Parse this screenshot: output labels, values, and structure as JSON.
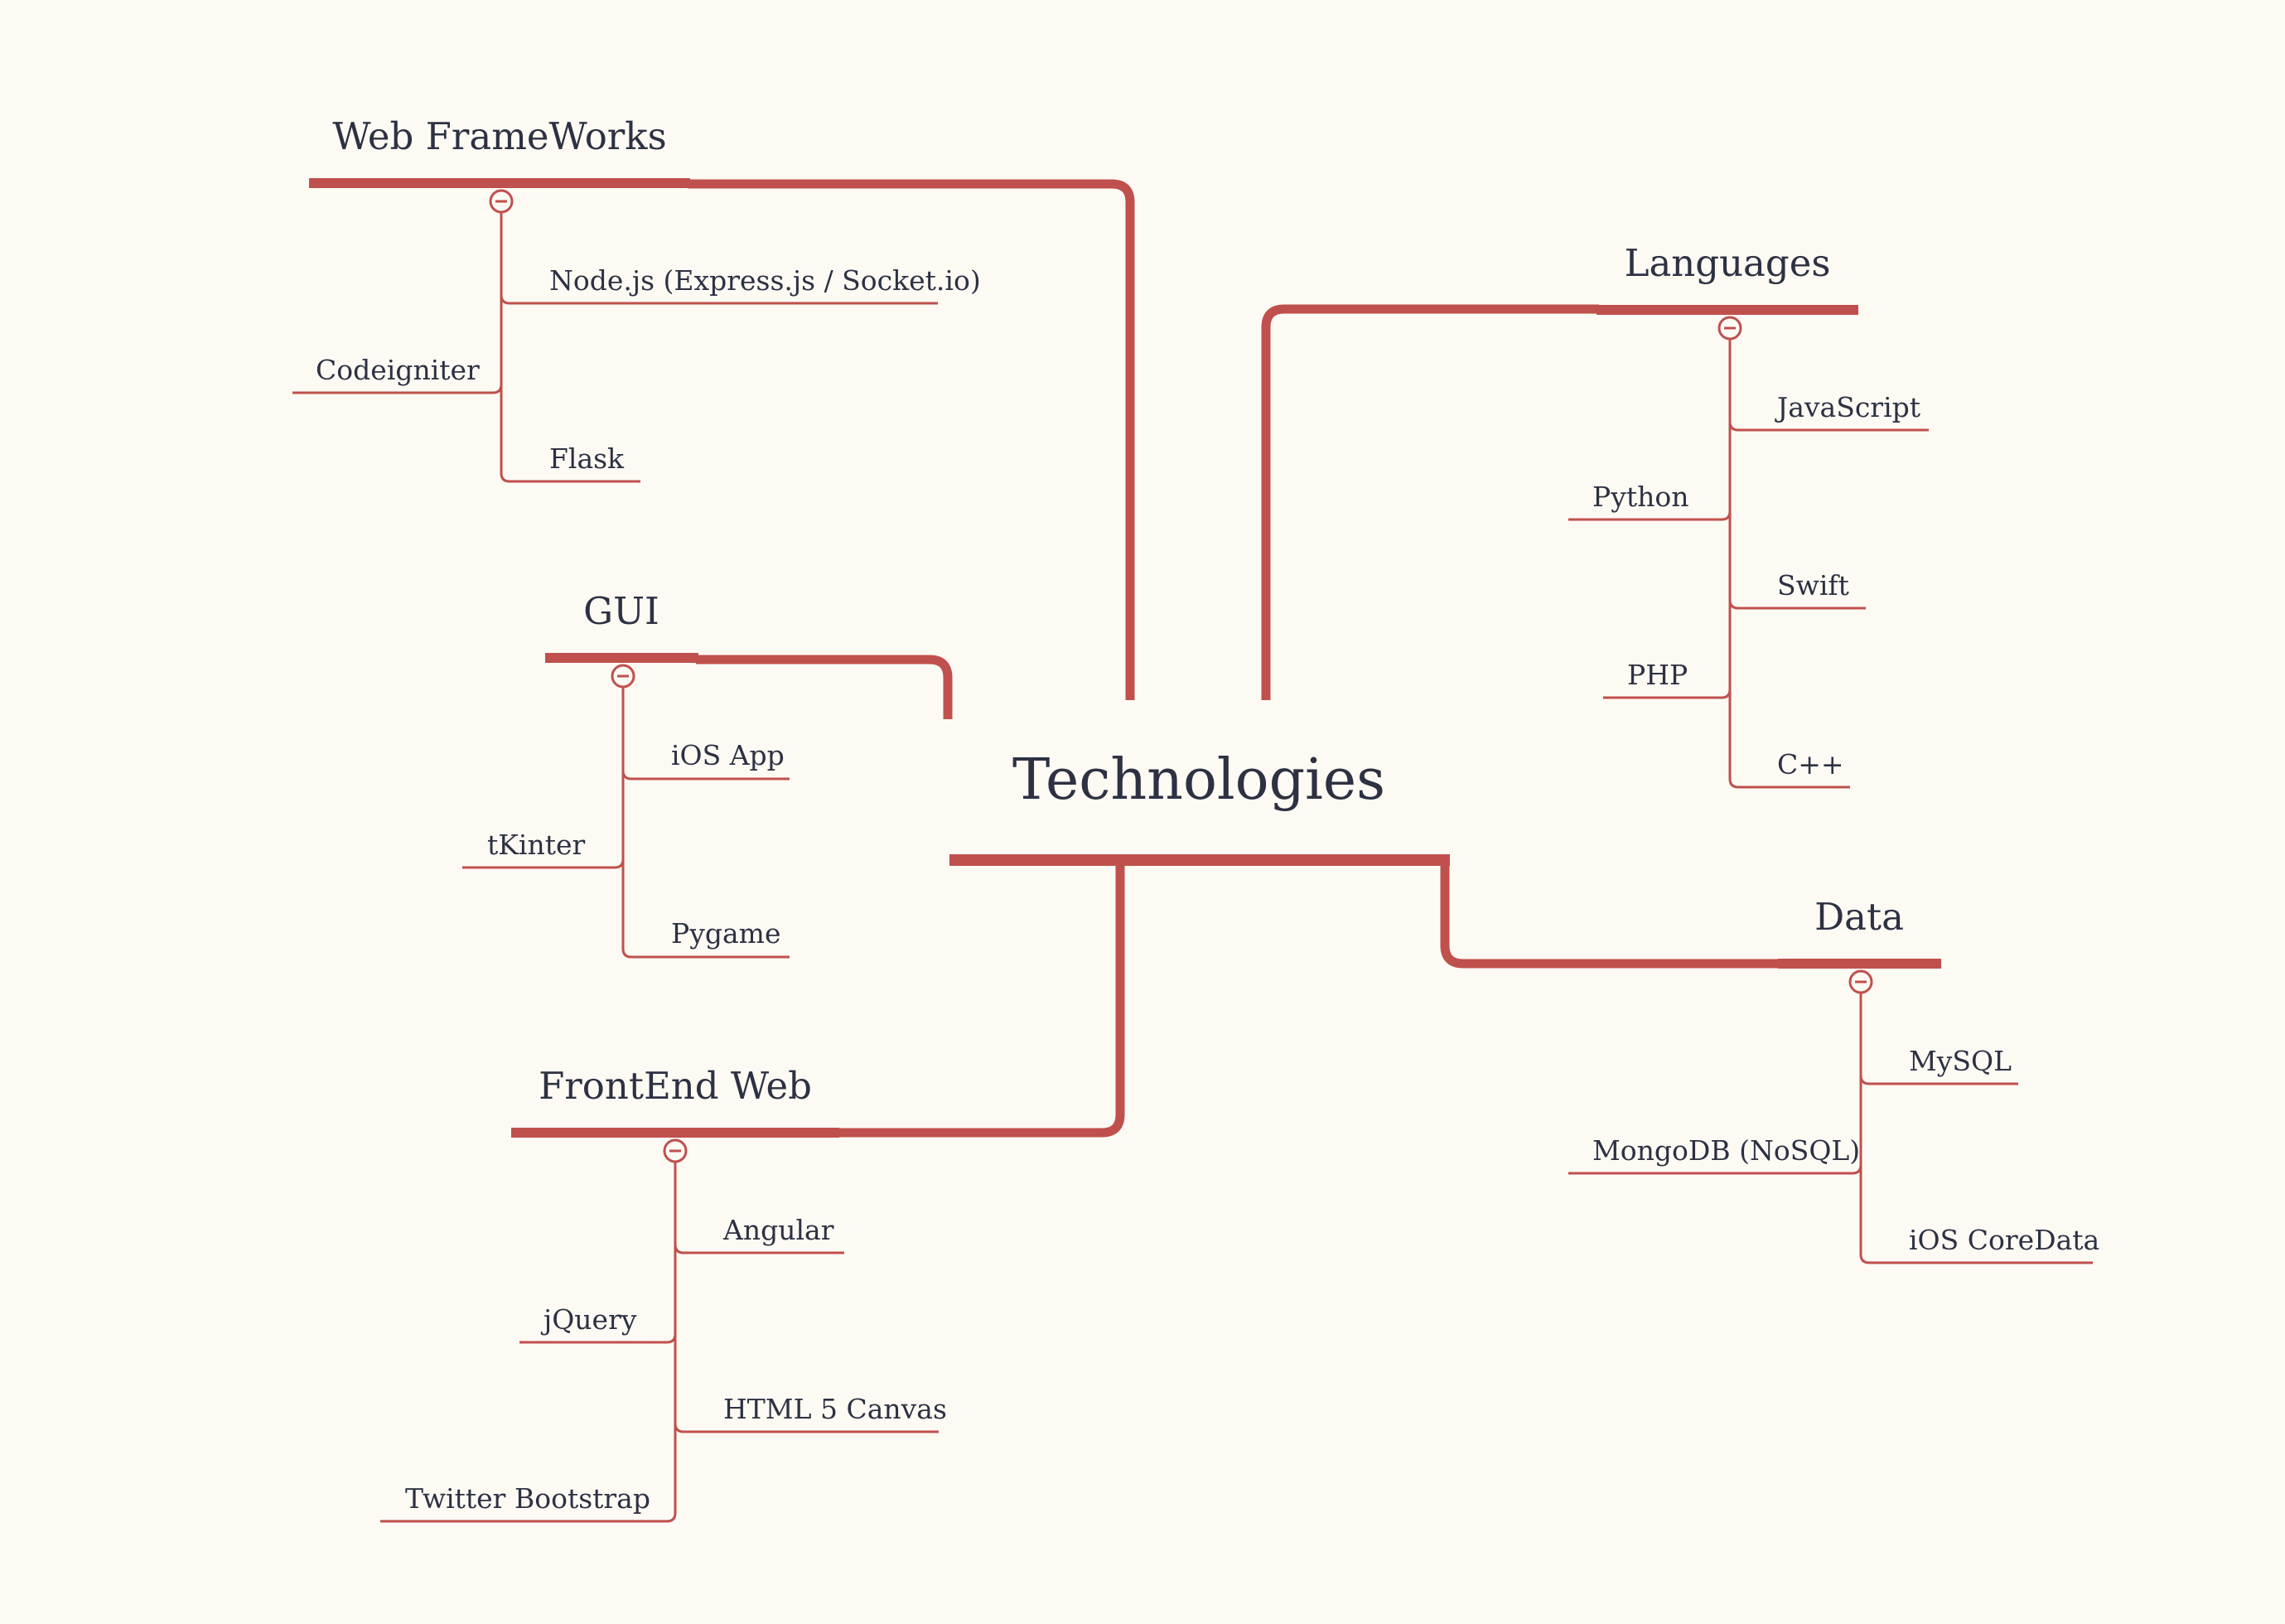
{
  "colors": {
    "background": "#fdfaf4",
    "branch": "#c0504d",
    "text": "#2d3142"
  },
  "root": {
    "label": "Technologies"
  },
  "topics": {
    "web_frameworks": {
      "label": "Web FrameWorks",
      "collapse_icon": "minus-circle-icon",
      "children": [
        "Node.js (Express.js / Socket.io)",
        "Codeigniter",
        "Flask"
      ]
    },
    "gui": {
      "label": "GUI",
      "collapse_icon": "minus-circle-icon",
      "children": [
        "iOS App",
        "tKinter",
        "Pygame"
      ]
    },
    "frontend_web": {
      "label": "FrontEnd Web",
      "collapse_icon": "minus-circle-icon",
      "children": [
        "Angular",
        "jQuery",
        "HTML 5 Canvas",
        "Twitter Bootstrap"
      ]
    },
    "languages": {
      "label": "Languages",
      "collapse_icon": "minus-circle-icon",
      "children": [
        "JavaScript",
        "Python",
        "Swift",
        "PHP",
        "C++"
      ]
    },
    "data": {
      "label": "Data",
      "collapse_icon": "minus-circle-icon",
      "children": [
        "MySQL",
        "MongoDB (NoSQL)",
        "iOS CoreData"
      ]
    }
  }
}
